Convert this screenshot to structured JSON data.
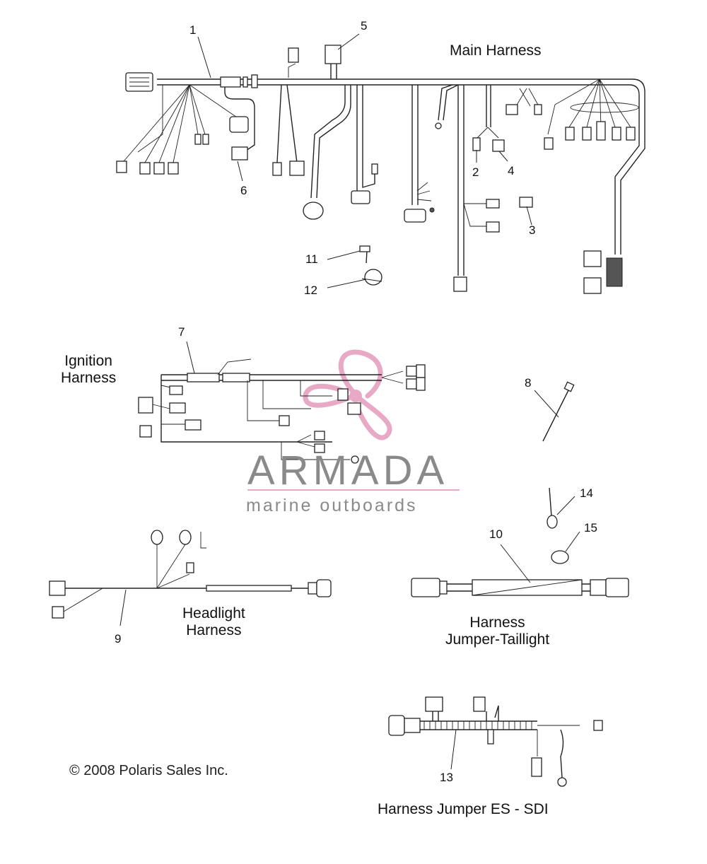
{
  "titles": {
    "main_harness": "Main Harness",
    "ignition_harness": "Ignition\nHarness",
    "headlight_harness": "Headlight\nHarness",
    "taillight_harness": "Harness\nJumper-Taillight",
    "es_sdi_harness": "Harness Jumper ES - SDI"
  },
  "watermark": {
    "brand": "ARMADA",
    "tagline": "marine outboards",
    "brand_color": "#e7a9c6",
    "text_color": "#8a8a8a"
  },
  "copyright": "© 2008 Polaris Sales Inc.",
  "callouts": [
    "1",
    "2",
    "3",
    "4",
    "5",
    "6",
    "7",
    "8",
    "9",
    "10",
    "11",
    "12",
    "13",
    "14",
    "15"
  ]
}
